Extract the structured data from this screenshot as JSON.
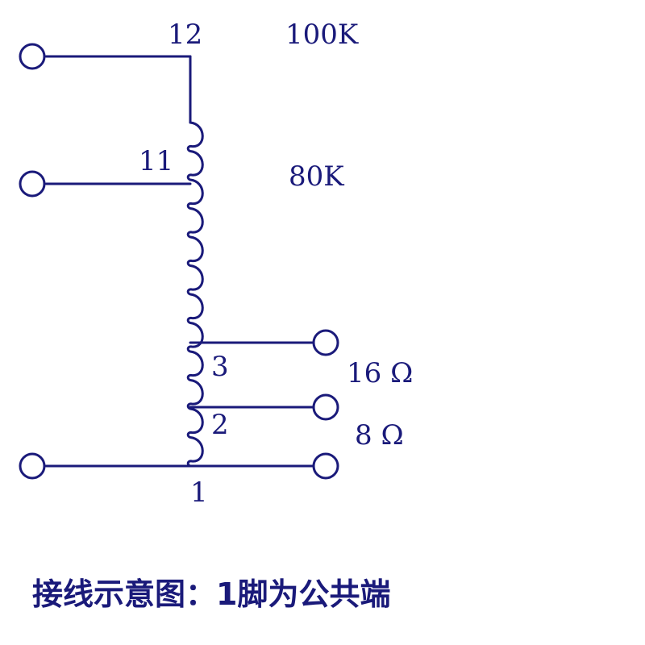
{
  "diagram": {
    "pins": {
      "p12": "12",
      "p11": "11",
      "p3": "3",
      "p2": "2",
      "p1": "1"
    },
    "impedances": {
      "z100k": "100K",
      "z80k": "80K",
      "z16": "16 Ω",
      "z8": "8 Ω"
    },
    "caption": "接线示意图：1脚为公共端",
    "colors": {
      "line": "#1a1a7a",
      "text": "#1a1a7a",
      "background": "#ffffff"
    }
  }
}
